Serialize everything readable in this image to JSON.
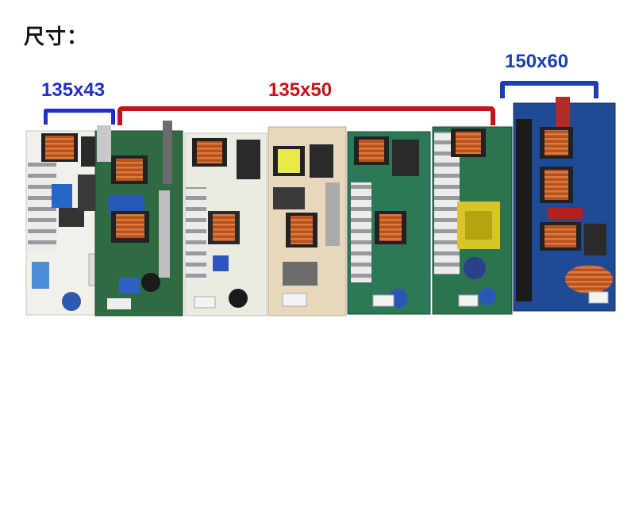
{
  "title": "尺寸：",
  "dimensions": {
    "small": "135x43",
    "medium": "135x50",
    "large": "150x60"
  },
  "colors": {
    "small_bracket": "#2130c8",
    "medium_bracket": "#c8121a",
    "large_bracket": "#1d3fb0"
  }
}
